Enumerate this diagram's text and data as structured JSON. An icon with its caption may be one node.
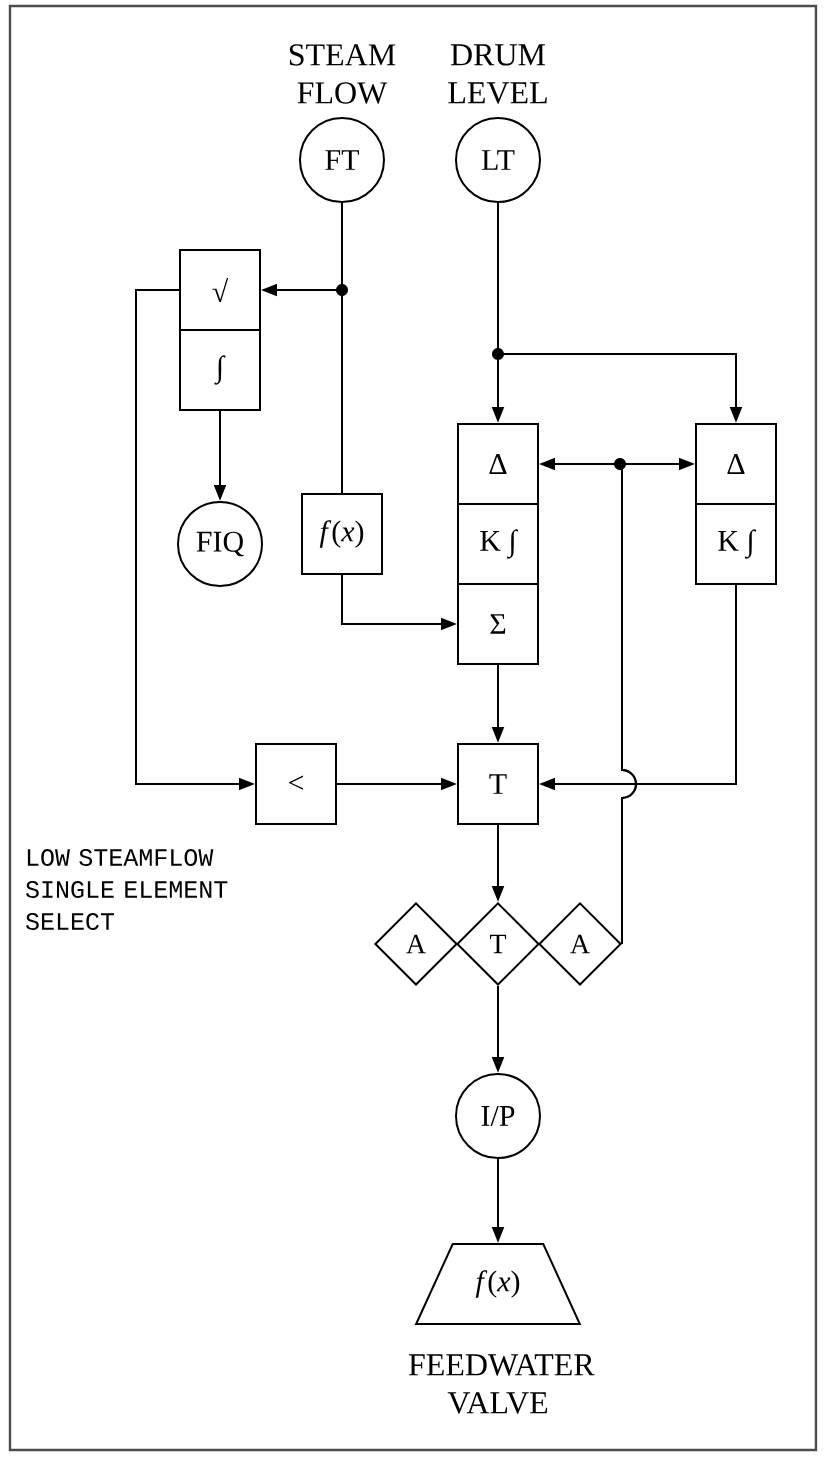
{
  "diagram": {
    "nodes": [
      {
        "text": [
          "FT"
        ],
        "beside": [
          "STEAM FLOW"
        ]
      },
      {
        "text": [
          "LT"
        ],
        "beside": [
          "DRUM LEVEL"
        ]
      },
      {
        "text": [
          "√"
        ]
      },
      {
        "text": [
          "∫"
        ]
      },
      {
        "text": [
          "FIQ"
        ]
      },
      {
        "text": [
          "*f*(*x*)"
        ]
      },
      {
        "text": [
          "Δ"
        ]
      },
      {
        "text": [
          "K ∫"
        ]
      },
      {
        "text": [
          "Σ"
        ]
      },
      {
        "text": [
          "Δ"
        ]
      },
      {
        "text": [
          "K ∫"
        ]
      },
      {
        "text": [
          "<"
        ]
      },
      {
        "text": [
          "T"
        ]
      },
      {
        "text": [
          "A"
        ]
      },
      {
        "text": [
          "T"
        ]
      },
      {
        "text": [
          "A"
        ]
      },
      {
        "text": [
          "I/P"
        ]
      },
      {
        "text": [
          "*f*(*x*)"
        ],
        "beside": [
          "FEEDWATER VALVE"
        ]
      }
    ],
    "edges": [
      {
        "from": 0,
        "to": 2,
        "arrow": "to"
      },
      {
        "from": 0,
        "to": 5,
        "arrow": "none"
      },
      {
        "from": 1,
        "to": 6,
        "arrow": "to"
      },
      {
        "from": 1,
        "to": 9,
        "arrow": "to"
      },
      {
        "from": 2,
        "to": 11,
        "arrow": "to"
      },
      {
        "from": 3,
        "to": 4,
        "arrow": "to"
      },
      {
        "from": 5,
        "to": 8,
        "arrow": "to"
      },
      {
        "from": 8,
        "to": 12,
        "arrow": "to"
      },
      {
        "from": 11,
        "to": 12,
        "arrow": "to"
      },
      {
        "from": 10,
        "to": 12,
        "arrow": "to"
      },
      {
        "from": 12,
        "to": 14,
        "arrow": "to"
      },
      {
        "from": 14,
        "to": 16,
        "arrow": "to"
      },
      {
        "from": 16,
        "to": 17,
        "arrow": "to"
      },
      {
        "from": 15,
        "to": 6,
        "arrow": "to"
      },
      {
        "from": 15,
        "to": 9,
        "arrow": "to"
      }
    ],
    "labels": [
      "LOW STEAMFLOW SINGLE ELEMENT SELECT"
    ]
  }
}
